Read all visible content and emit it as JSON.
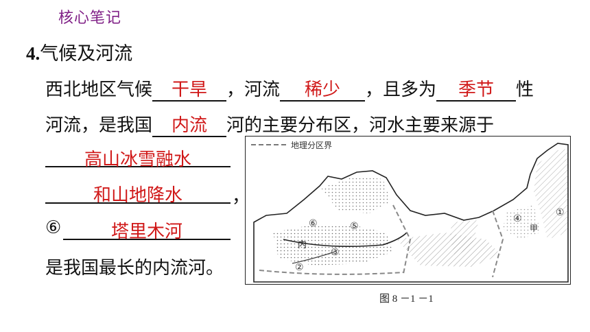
{
  "header": "核心笔记",
  "section": {
    "number": "4.",
    "title": "气候及河流"
  },
  "line1": {
    "prefix": "西北地区气候",
    "blank1": "干旱",
    "mid1": "，河流",
    "blank2": "稀少",
    "mid2": "，且多为",
    "blank3": "季节",
    "suffix": "性"
  },
  "line2": {
    "prefix": "河流，是我国",
    "blank": "内流",
    "suffix": "河的主要分布区，河水主要来源于"
  },
  "answers": {
    "a1": "高山冰雪融水",
    "a2": "和山地降水",
    "a2_punct": "，",
    "a3_marker": "⑥",
    "a3": "塔里木河"
  },
  "line_end": "是我国最长的内流河。",
  "map": {
    "legend": "地理分区界",
    "labels": {
      "c6": "⑥",
      "c5": "⑤",
      "c3": "③",
      "c2": "②",
      "c4": "④",
      "c1": "①",
      "nei": "内",
      "jia": "甲"
    }
  },
  "caption": "图 8 －1 －1",
  "colors": {
    "header": "#7f1f86",
    "answer": "#d01818"
  }
}
